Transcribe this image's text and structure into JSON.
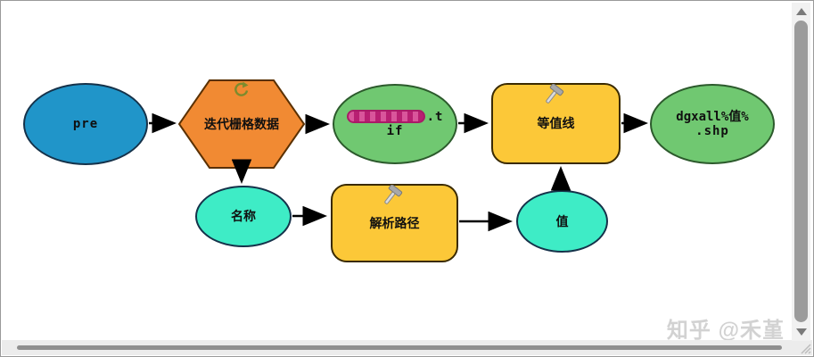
{
  "diagram": {
    "nodes": {
      "pre": {
        "label": "pre",
        "fill": "#2095c9"
      },
      "iterate": {
        "label": "迭代栅格数据",
        "fill": "#f18a33"
      },
      "tif": {
        "line1_suffix": ".t",
        "line2": "if",
        "fill": "#70c871",
        "redaction_color": "#b81f72"
      },
      "contour": {
        "label": "等值线",
        "fill": "#fcc838"
      },
      "shp": {
        "line1": "dgxall%值%",
        "line2": ".shp",
        "fill": "#70c871"
      },
      "name": {
        "label": "名称",
        "fill": "#3eecc6"
      },
      "parse": {
        "label": "解析路径",
        "fill": "#fcc838"
      },
      "value": {
        "label": "值",
        "fill": "#3eecc6"
      }
    },
    "icons": {
      "iterator": "loop-arrow-icon",
      "tool": "hammer-icon"
    }
  },
  "watermark": {
    "text": "知乎 @禾堇",
    "color": "#d2d2d2"
  }
}
